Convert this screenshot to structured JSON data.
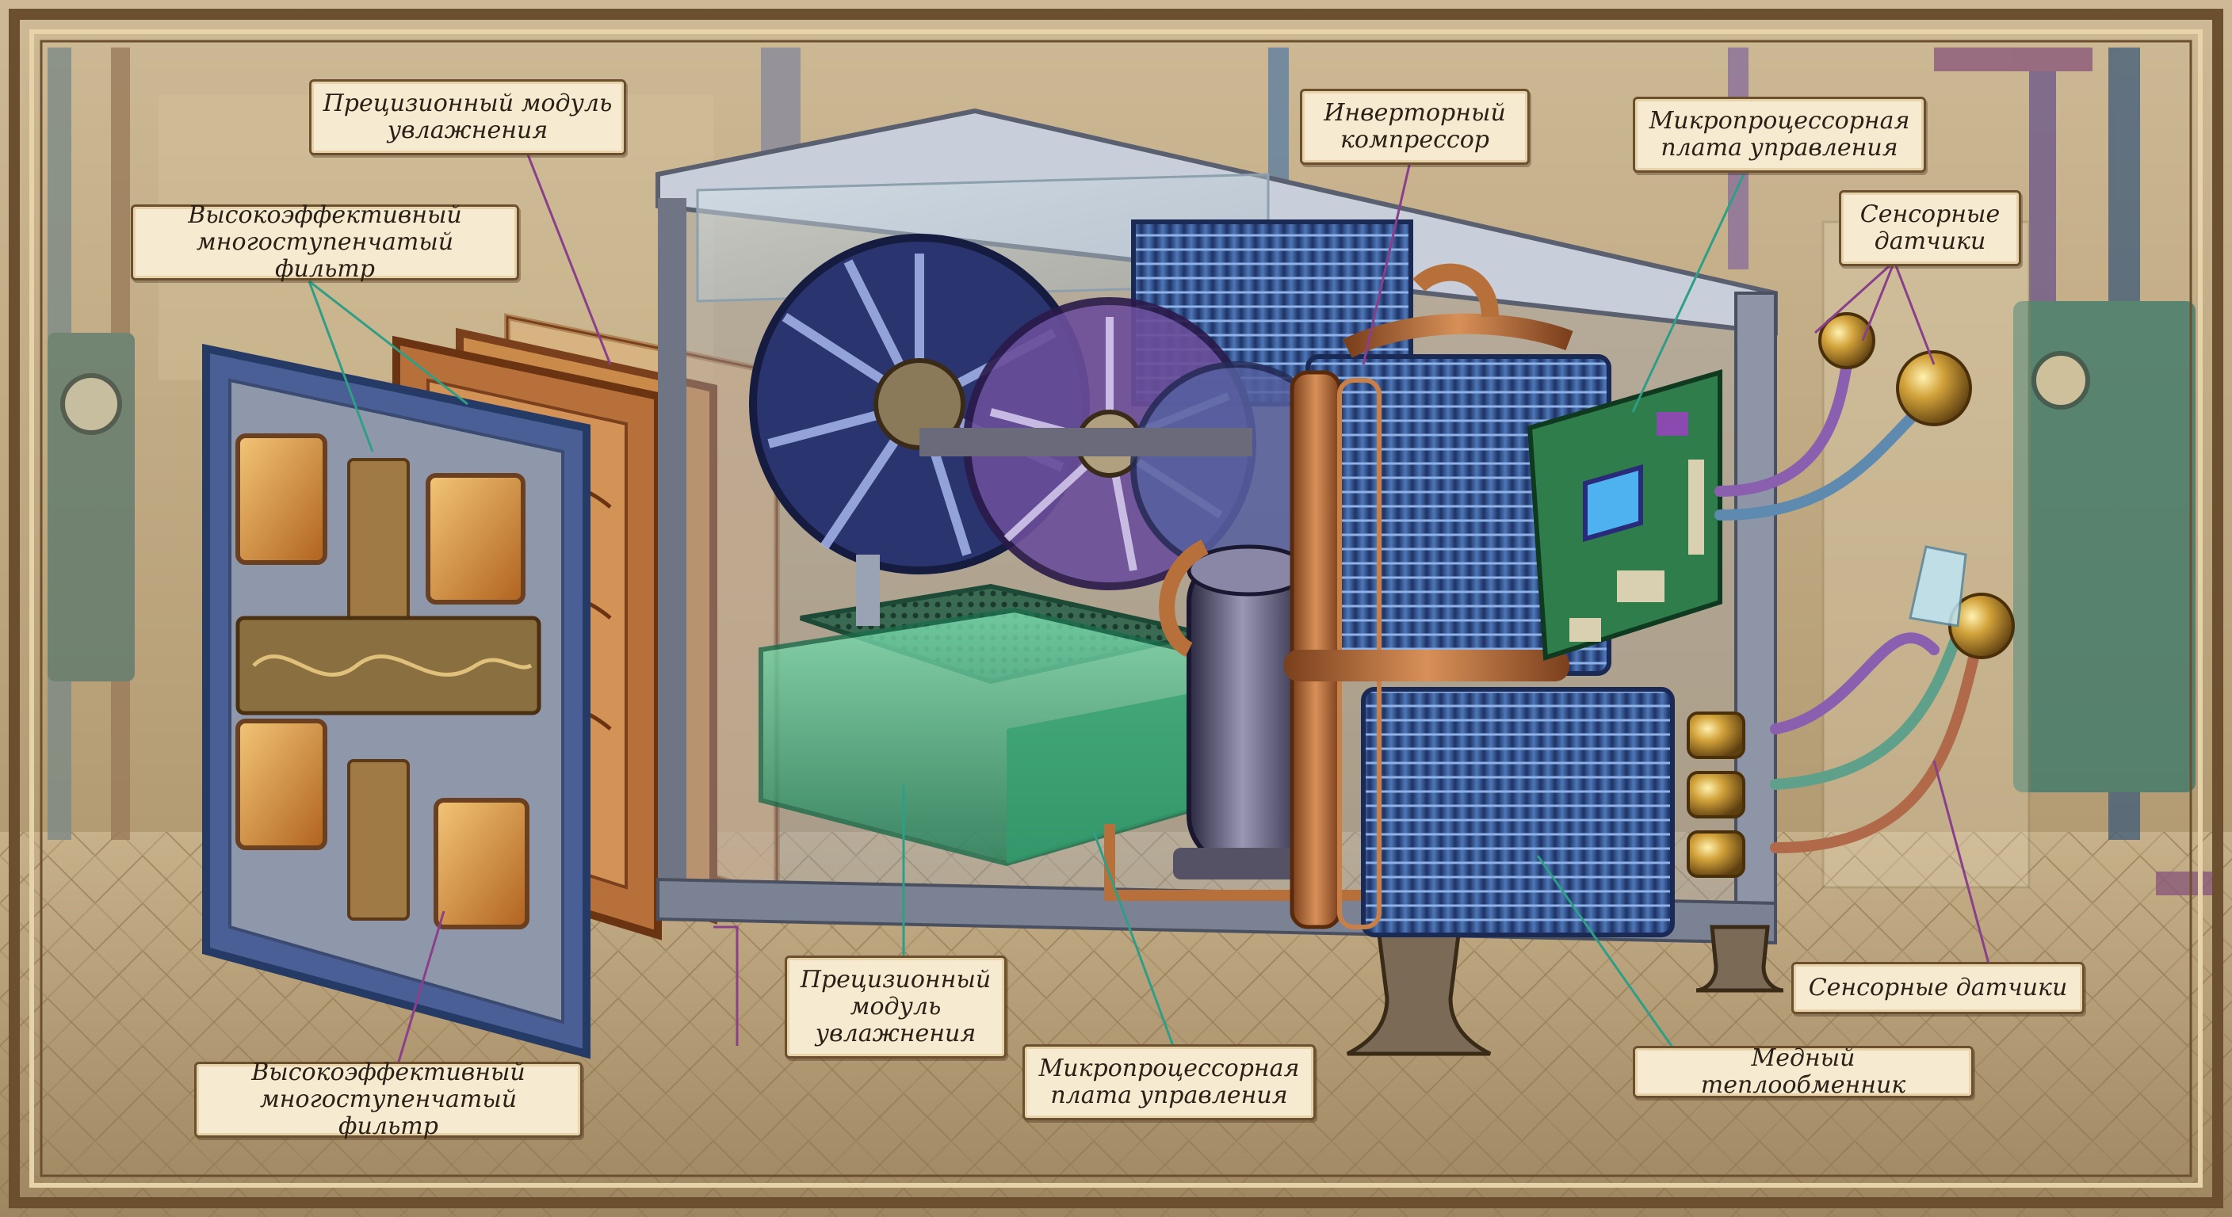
{
  "labels": {
    "humid_top": "Прецизионный модуль\nувлажнения",
    "filter_top": "Высокоэффективный\nмногоступенчатый фильтр",
    "compressor": "Инверторный\nкомпрессор",
    "board_top": "Микропроцессорная\nплата управления",
    "sensors_top": "Сенсорные\nдатчики",
    "humid_bottom": "Прецизионный\nмодуль\nувлажнения",
    "filter_bottom": "Высокоэффективный\nмногоступенчатый фильтр",
    "board_bottom": "Микропроцессорная\nплата управления",
    "exchanger": "Медный теплообменник",
    "sensors_bottom": "Сенсорные датчики"
  },
  "colors": {
    "frame": "#6b4f2e",
    "paper": "#f6ead0",
    "callout_line_teal": "#2f9e86",
    "callout_line_purple": "#8a3f8a",
    "copper": "#b8703a",
    "coil_blue": "#2f4f8f",
    "tray_green": "#3fb98a",
    "board_green": "#2f7d4a"
  }
}
